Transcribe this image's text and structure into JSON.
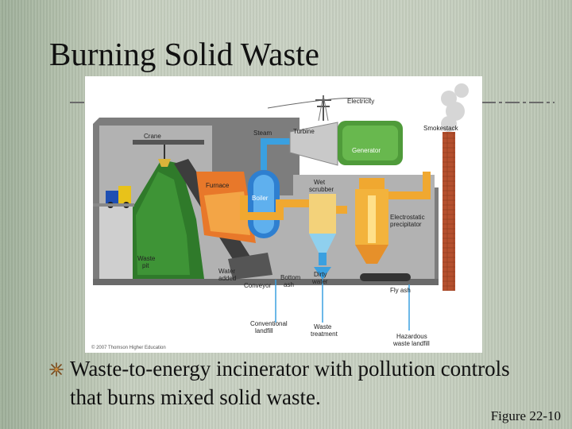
{
  "slide": {
    "title": "Burning Solid Waste",
    "bullet": "Waste-to-energy incinerator with pollution controls that burns mixed solid waste.",
    "figure_number": "Figure 22-10"
  },
  "diagram": {
    "labels": {
      "electricity": "Electricity",
      "smokestack": "Smokestack",
      "turbine": "Turbine",
      "steam": "Steam",
      "crane": "Crane",
      "generator": "Generator",
      "furnace": "Furnace",
      "wet_scrubber_1": "Wet",
      "wet_scrubber_2": "scrubber",
      "boiler": "Boiler",
      "esp_1": "Electrostatic",
      "esp_2": "precipitator",
      "waste_pit_1": "Waste",
      "waste_pit_2": "pit",
      "water_added_1": "Water",
      "water_added_2": "added",
      "conveyor": "Conveyor",
      "bottom_ash_1": "Bottom",
      "bottom_ash_2": "ash",
      "dirty_water_1": "Dirty",
      "dirty_water_2": "water",
      "fly_ash": "Fly ash",
      "landfill_1": "Conventional",
      "landfill_2": "landfill",
      "treatment_1": "Waste",
      "treatment_2": "treatment",
      "hazardous_1": "Hazardous",
      "hazardous_2": "waste landfill",
      "copyright": "© 2007 Thomson Higher Education"
    },
    "colors": {
      "steam_pipe": "#3aa0e0",
      "generator": "#4f9b3a",
      "furnace": "#e8782a",
      "gas_duct": "#f0a830",
      "building": "#8a8a8a",
      "brick_stack": "#b5502e",
      "waste_pile": "#2f7a2a"
    }
  }
}
